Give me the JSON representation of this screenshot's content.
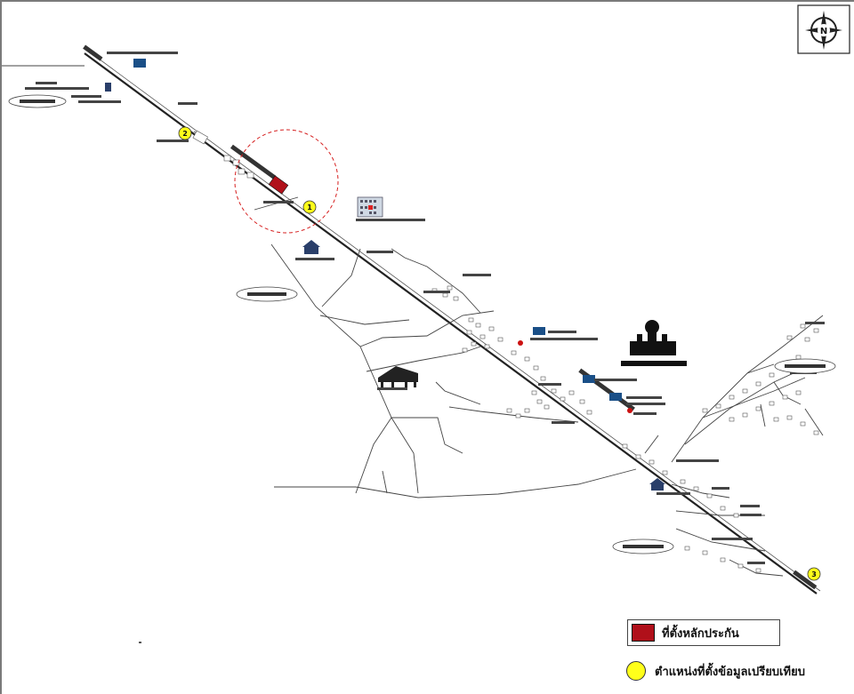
{
  "compass": {
    "letter": "N",
    "icon": "compass-icon"
  },
  "legend": {
    "collateral_label": "ที่ตั้งหลักประกัน",
    "collateral_color": "#b0101a",
    "comparison_label": "ตำแหน่งที่ตั้งข้อมูลเปรียบเทียบ",
    "comparison_color": "#ffff1a"
  },
  "markers": [
    {
      "number": "1"
    },
    {
      "number": "2"
    },
    {
      "number": "3"
    }
  ],
  "colors": {
    "road": "#333333",
    "accent_red": "#cc1111",
    "marker_yellow": "#ffff1a",
    "circle_dash": "#d62020"
  }
}
